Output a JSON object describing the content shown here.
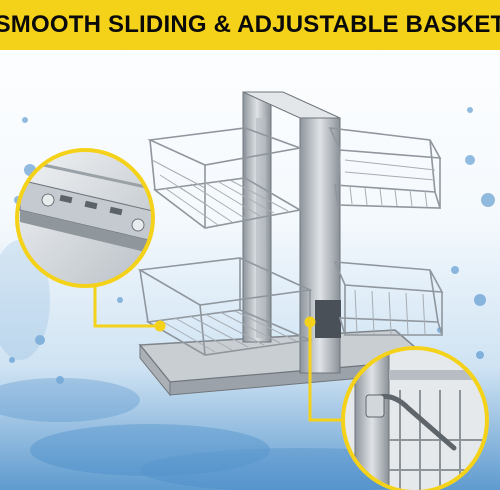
{
  "banner": {
    "title": "SMOOTH SLIDING & ADJUSTABLE BASKET",
    "background_color": "#f5d21a",
    "text_color": "#0a0a0a"
  },
  "image": {
    "subject": "two-tier chrome wire pull-out corner basket on aluminium frame",
    "callout_color": "#f5d21a",
    "insets": [
      "slide-rail-detail-inset",
      "hinge-bracket-detail-inset"
    ]
  }
}
